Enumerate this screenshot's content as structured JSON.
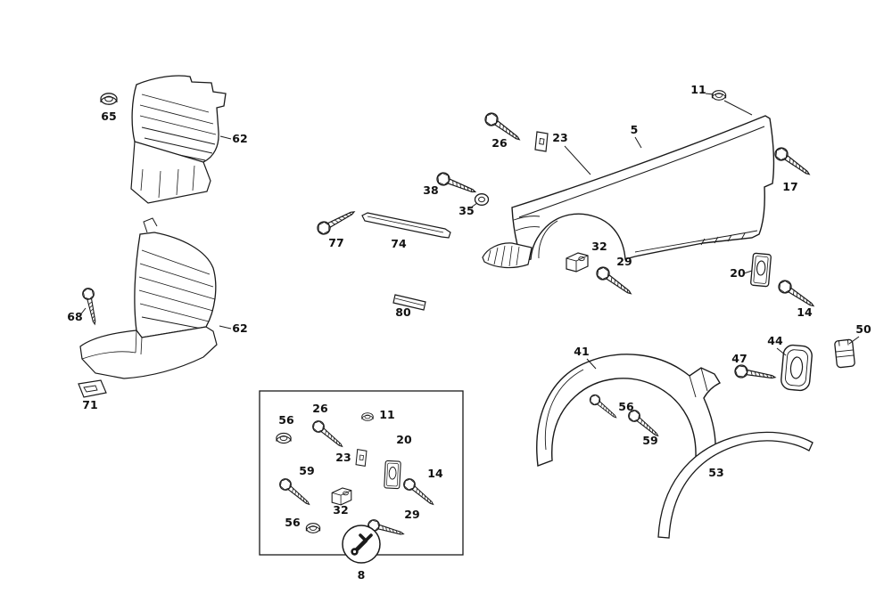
{
  "colors": {
    "background": "#ffffff",
    "line": "#1a1a1a"
  },
  "labels": {
    "p65": "65",
    "p62_upper": "62",
    "p68": "68",
    "p62_lower": "62",
    "p71": "71",
    "p77": "77",
    "p74": "74",
    "p80": "80",
    "p26": "26",
    "p23": "23",
    "p38": "38",
    "p35": "35",
    "p11": "11",
    "p5": "5",
    "p17": "17",
    "p32": "32",
    "p29": "29",
    "p20": "20",
    "p14": "14",
    "p41": "41",
    "p56_liner": "56",
    "p59_liner": "59",
    "p47": "47",
    "p44": "44",
    "p50": "50",
    "p53": "53",
    "inset": {
      "p56_top": "56",
      "p26": "26",
      "p11": "11",
      "p23": "23",
      "p20": "20",
      "p59": "59",
      "p14": "14",
      "p32": "32",
      "p29": "29",
      "p56_bottom": "56",
      "p8": "8"
    }
  }
}
